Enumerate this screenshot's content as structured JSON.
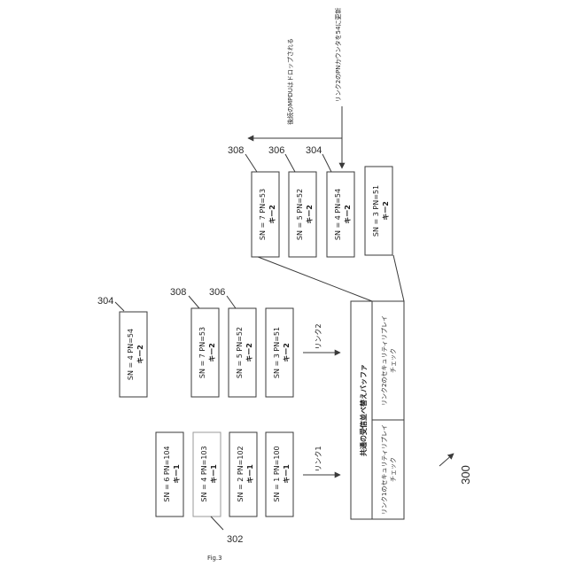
{
  "figure": {
    "fig_label": "Fig.3",
    "ref_main": "300",
    "ref_302": "302",
    "ref_304_top": "304",
    "ref_306_mid": "306",
    "ref_308_mid": "308",
    "ref_308_right": "308",
    "ref_306_right": "306",
    "ref_304_right": "304"
  },
  "link1": {
    "label": "リンク1",
    "frames": [
      {
        "line1": "SN = 6 PN=104",
        "line2": "キー1"
      },
      {
        "line1": "SN = 4 PN=103",
        "line2": "キー1"
      },
      {
        "line1": "SN = 2 PN=102",
        "line2": "キー1"
      },
      {
        "line1": "SN = 1 PN=100",
        "line2": "キー1"
      }
    ]
  },
  "link2": {
    "label": "リンク2",
    "frames": [
      {
        "line1": "SN = 7 PN=53",
        "line2": "キー2"
      },
      {
        "line1": "SN = 5 PN=52",
        "line2": "キー2"
      },
      {
        "line1": "SN = 3 PN=51",
        "line2": "キー2"
      }
    ],
    "isolated": {
      "line1": "SN = 4 PN=54",
      "line2": "キー2"
    }
  },
  "buffer": {
    "title": "共通の受信並べ替えバッファ",
    "link1_check_line1": "リンク1のセキュリティリプレイ",
    "link1_check_line2": "チェック",
    "link2_check_line1": "リンク2のセキュリティリプレイ",
    "link2_check_line2": "チェック"
  },
  "expanded": {
    "frames": [
      {
        "line1": "SN = 7 PN=53",
        "line2": "キー2"
      },
      {
        "line1": "SN = 5 PN=52",
        "line2": "キー2"
      },
      {
        "line1": "SN = 4 PN=54",
        "line2": "キー2"
      },
      {
        "line1": "SN = 3 PN=51",
        "line2": "キー2"
      }
    ],
    "annotation_update": "リンク2のPNカウンタを54に更新",
    "annotation_drop": "後続のMPDUはドロップされる"
  }
}
